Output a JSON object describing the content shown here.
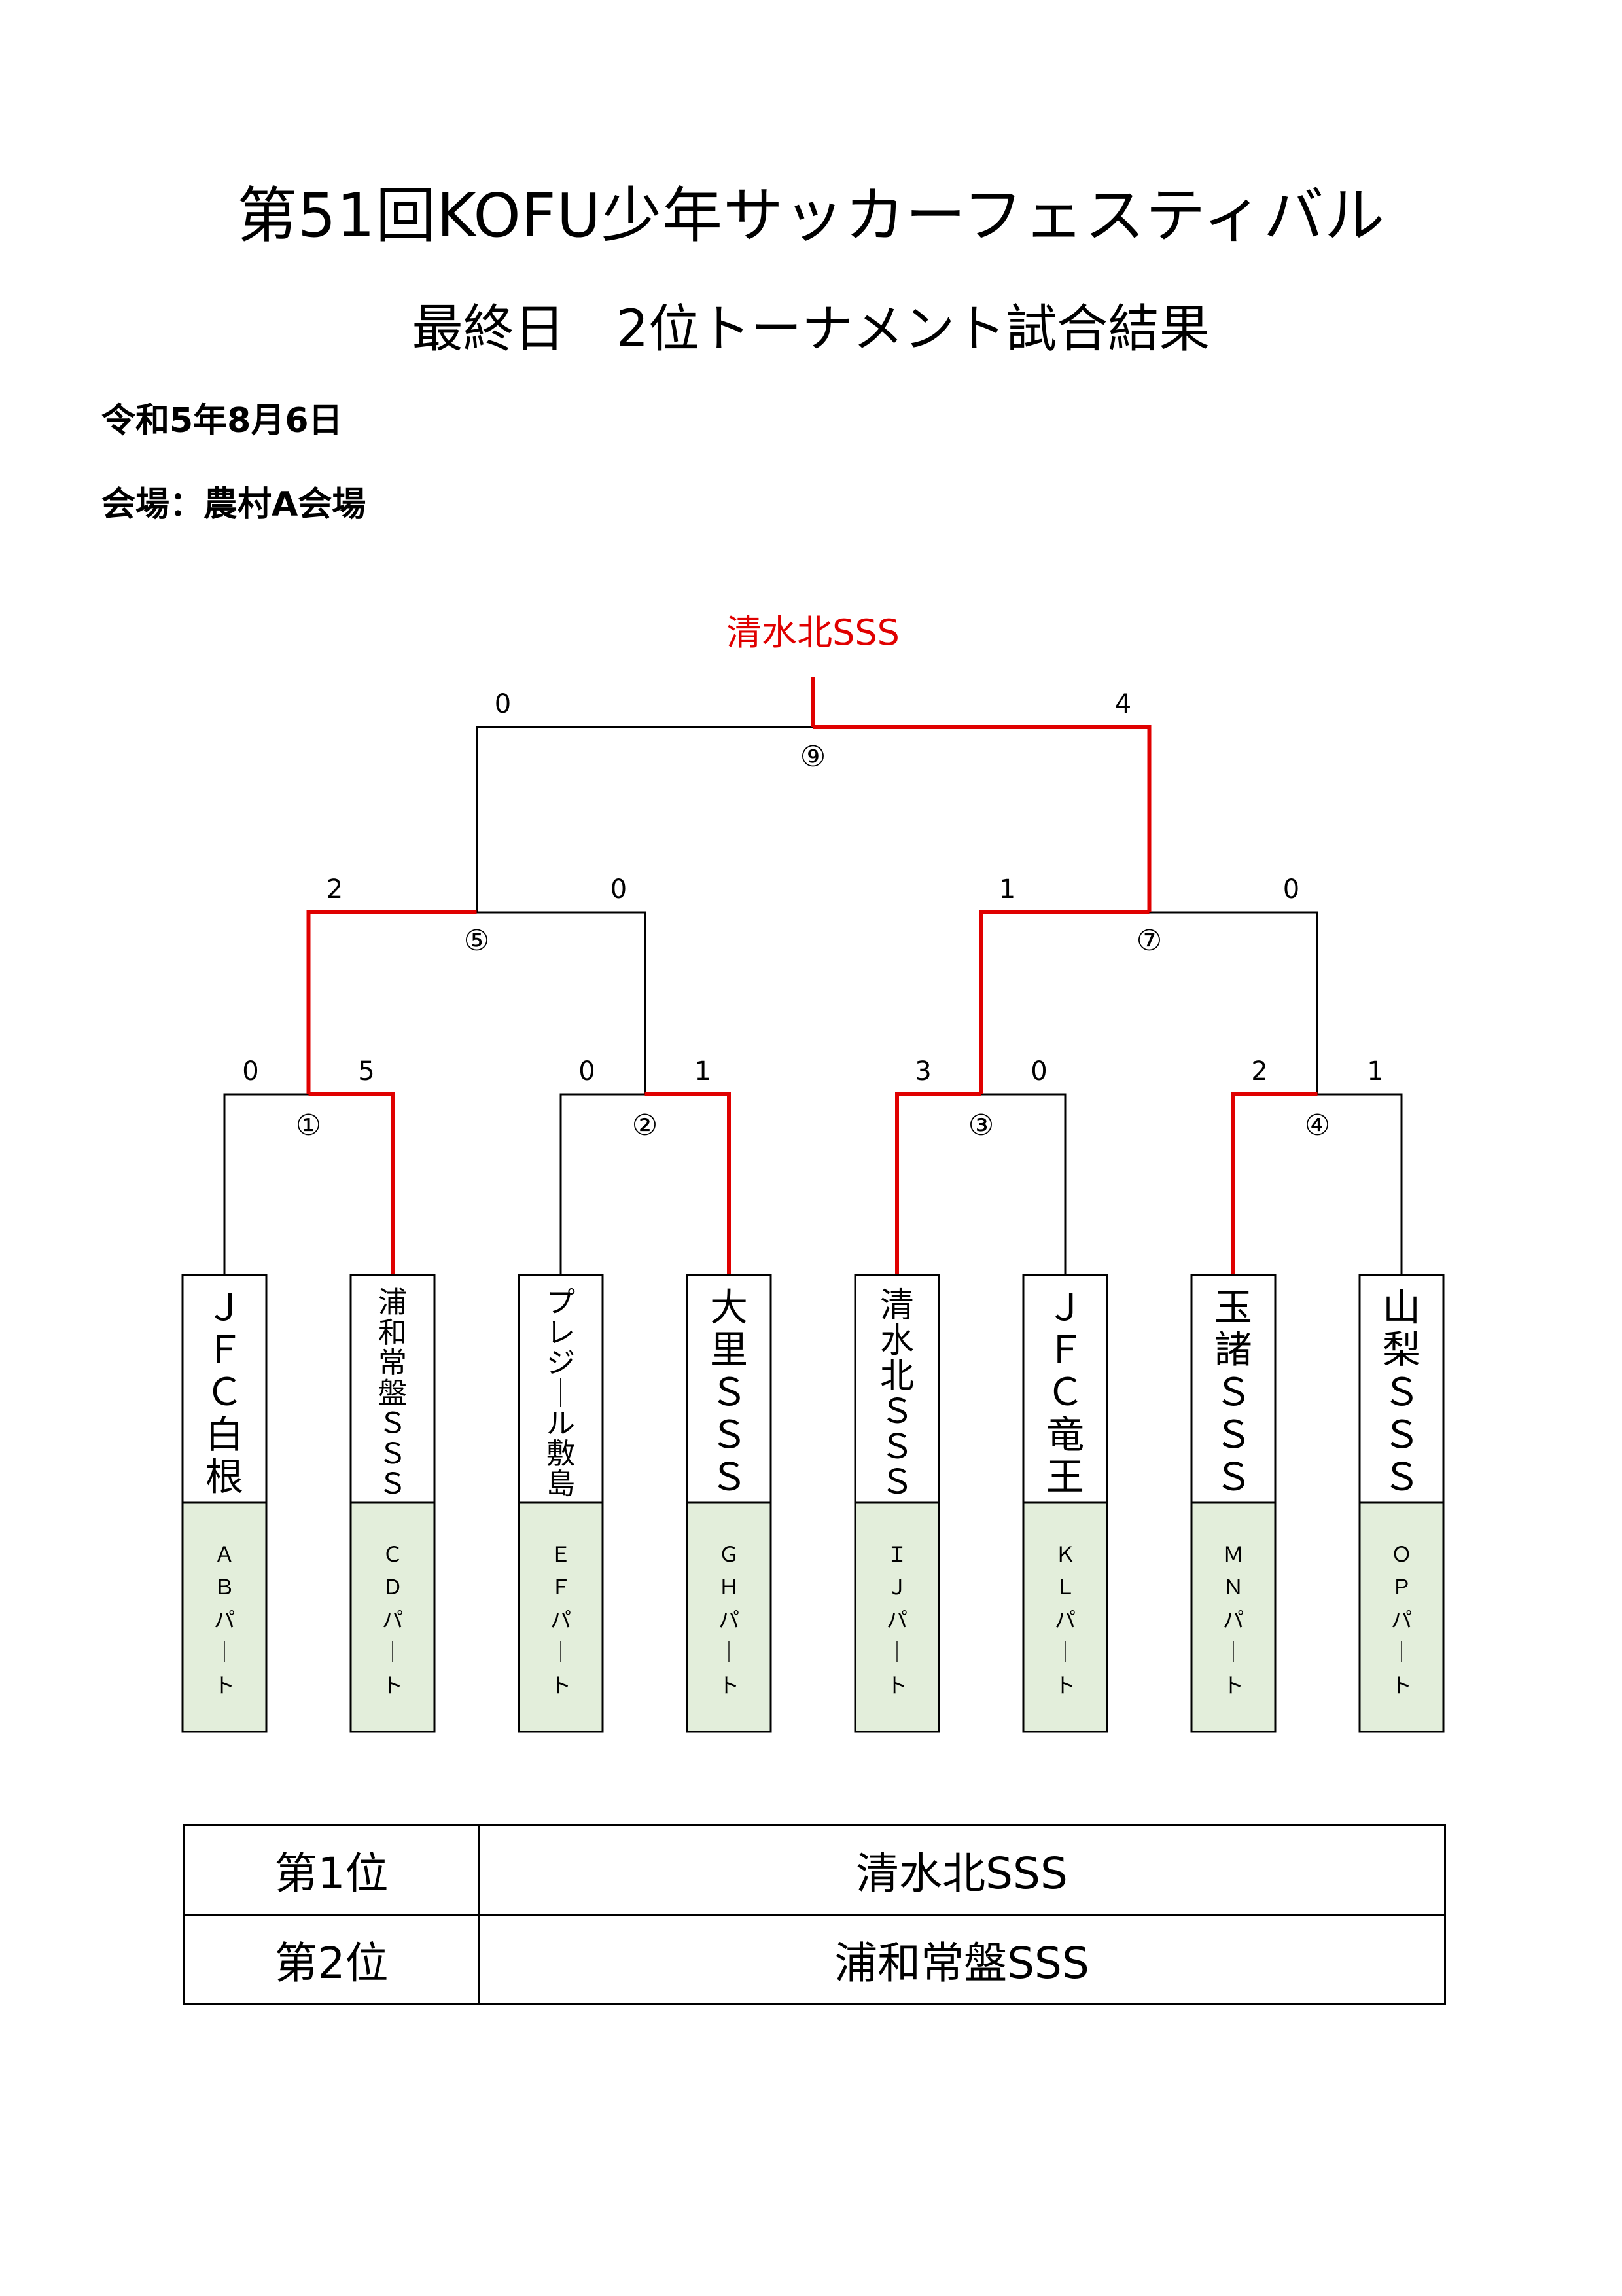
{
  "document": {
    "title": "第51回KOFU少年サッカーフェスティバル",
    "subtitle": "最終日　2位トーナメント試合結果",
    "date": "令和5年8月6日",
    "venue": "会場：農村A会場"
  },
  "bracket": {
    "champion": "清水北SSS",
    "teams": [
      {
        "name": "ＪＦＣ白根",
        "part": "ＡＢパート"
      },
      {
        "name": "浦和常盤ＳＳＳ",
        "part": "ＣＤパート"
      },
      {
        "name": "プレジール敷島",
        "part": "ＥＦパート"
      },
      {
        "name": "大里ＳＳＳ",
        "part": "ＧＨパート"
      },
      {
        "name": "清水北ＳＳＳ",
        "part": "ＩＪパート"
      },
      {
        "name": "ＪＦＣ竜王",
        "part": "ＫＬパート"
      },
      {
        "name": "玉諸ＳＳＳ",
        "part": "ＭＮパート"
      },
      {
        "name": "山梨ＳＳＳ",
        "part": "ＯＰパート"
      }
    ],
    "round1": [
      {
        "match": "①",
        "left_score": "0",
        "right_score": "5",
        "winner": "right"
      },
      {
        "match": "②",
        "left_score": "0",
        "right_score": "1",
        "winner": "right"
      },
      {
        "match": "③",
        "left_score": "3",
        "right_score": "0",
        "winner": "left"
      },
      {
        "match": "④",
        "left_score": "2",
        "right_score": "1",
        "winner": "left"
      }
    ],
    "semifinals": [
      {
        "match": "⑤",
        "left_score": "2",
        "right_score": "0",
        "winner": "left"
      },
      {
        "match": "⑦",
        "left_score": "1",
        "right_score": "0",
        "winner": "left"
      }
    ],
    "final": {
      "match": "⑨",
      "left_score": "0",
      "right_score": "4",
      "winner": "right"
    },
    "colors": {
      "winner_line": "#e00000",
      "line": "#000000",
      "part_fill": "#e3eedb"
    }
  },
  "results": [
    {
      "rank": "第1位",
      "team": "清水北SSS"
    },
    {
      "rank": "第2位",
      "team": "浦和常盤SSS"
    }
  ]
}
